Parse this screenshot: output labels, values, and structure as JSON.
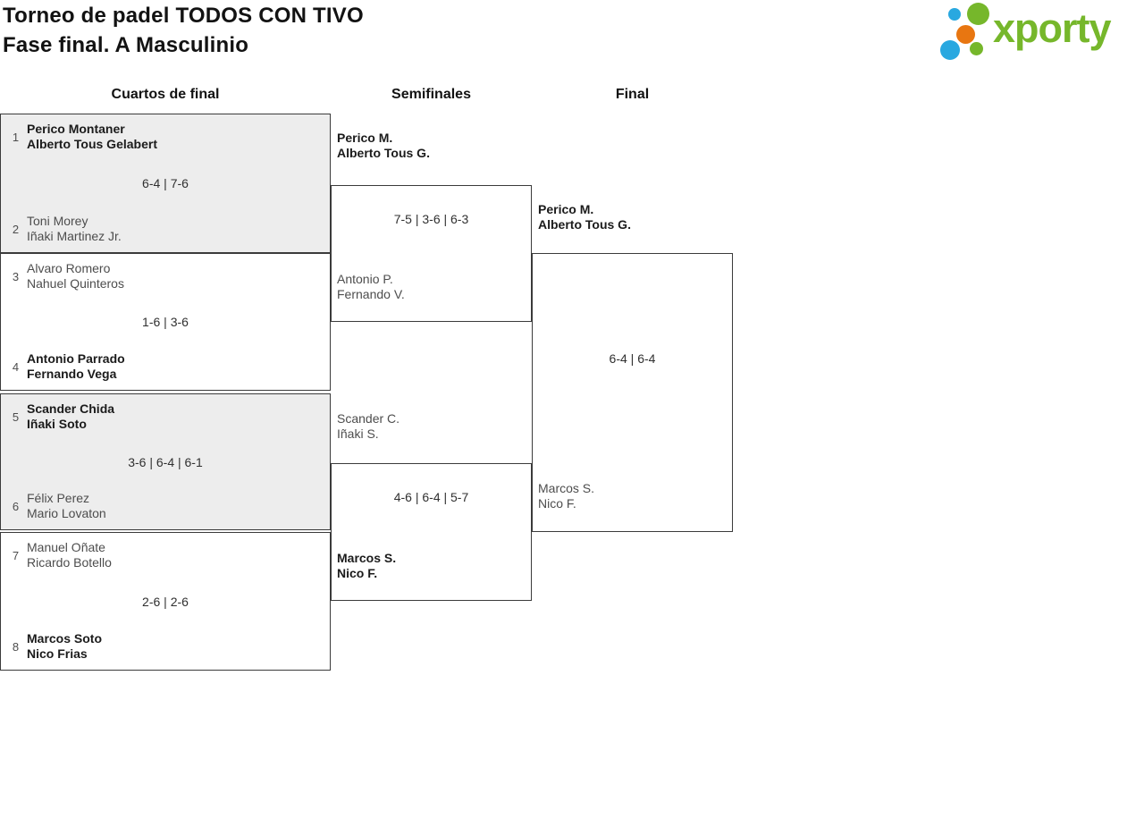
{
  "header": {
    "title_line1": "Torneo de padel TODOS CON TIVO",
    "title_line2": "Fase final. A Masculinio",
    "logo_text": "xporty",
    "brand_colors": {
      "green": "#76b72b",
      "blue": "#29a8e0",
      "orange": "#e87611"
    }
  },
  "columns": [
    {
      "label": "Cuartos de final"
    },
    {
      "label": "Semifinales"
    },
    {
      "label": "Final"
    }
  ],
  "bracket": {
    "quarterfinals": [
      {
        "top": {
          "seed": "1",
          "players": [
            "Perico Montaner",
            "Alberto Tous Gelabert"
          ],
          "winner": true
        },
        "score": "6-4 | 7-6",
        "bottom": {
          "seed": "2",
          "players": [
            "Toni Morey",
            "Iñaki Martinez Jr."
          ],
          "winner": false
        }
      },
      {
        "top": {
          "seed": "3",
          "players": [
            "Alvaro Romero",
            "Nahuel Quinteros"
          ],
          "winner": false
        },
        "score": "1-6 | 3-6",
        "bottom": {
          "seed": "4",
          "players": [
            "Antonio Parrado",
            "Fernando Vega"
          ],
          "winner": true
        }
      },
      {
        "top": {
          "seed": "5",
          "players": [
            "Scander Chida",
            "Iñaki Soto"
          ],
          "winner": true
        },
        "score": "3-6 | 6-4 | 6-1",
        "bottom": {
          "seed": "6",
          "players": [
            "Félix Perez",
            "Mario Lovaton"
          ],
          "winner": false
        }
      },
      {
        "top": {
          "seed": "7",
          "players": [
            "Manuel Oñate",
            "Ricardo Botello"
          ],
          "winner": false
        },
        "score": "2-6 | 2-6",
        "bottom": {
          "seed": "8",
          "players": [
            "Marcos Soto",
            "Nico Frias"
          ],
          "winner": true
        }
      }
    ],
    "semifinals": [
      {
        "top": {
          "players": [
            "Perico M.",
            "Alberto Tous G."
          ],
          "winner": true
        },
        "score": "7-5 | 3-6 | 6-3",
        "bottom": {
          "players": [
            "Antonio P.",
            "Fernando V."
          ],
          "winner": false
        }
      },
      {
        "top": {
          "players": [
            "Scander C.",
            "Iñaki S."
          ],
          "winner": false
        },
        "score": "4-6 | 6-4 | 5-7",
        "bottom": {
          "players": [
            "Marcos S.",
            "Nico F."
          ],
          "winner": true
        }
      }
    ],
    "final": {
      "top": {
        "players": [
          "Perico M.",
          "Alberto Tous G."
        ],
        "winner": true
      },
      "score": "6-4 | 6-4",
      "bottom": {
        "players": [
          "Marcos S.",
          "Nico F."
        ],
        "winner": false
      }
    }
  }
}
